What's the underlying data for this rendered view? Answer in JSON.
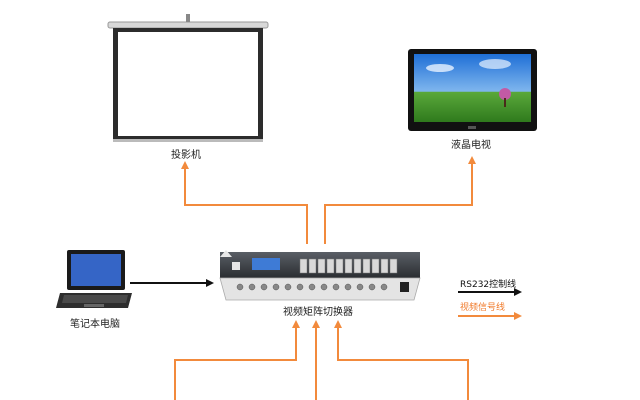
{
  "devices": {
    "projector": {
      "label": "投影机"
    },
    "tv": {
      "label": "液晶电视"
    },
    "laptop": {
      "label": "笔记本电脑"
    },
    "matrix": {
      "label": "视频矩阵切换器"
    }
  },
  "legend": {
    "rs232": {
      "label": "RS232控制线",
      "color": "#111111"
    },
    "video": {
      "label": "视频信号线",
      "color": "#f07a2a"
    }
  },
  "colors": {
    "signal_line": "#f28a3c",
    "control_line": "#111111",
    "matrix_body": "#3b3f44",
    "matrix_lcd": "#3e7bd6"
  }
}
